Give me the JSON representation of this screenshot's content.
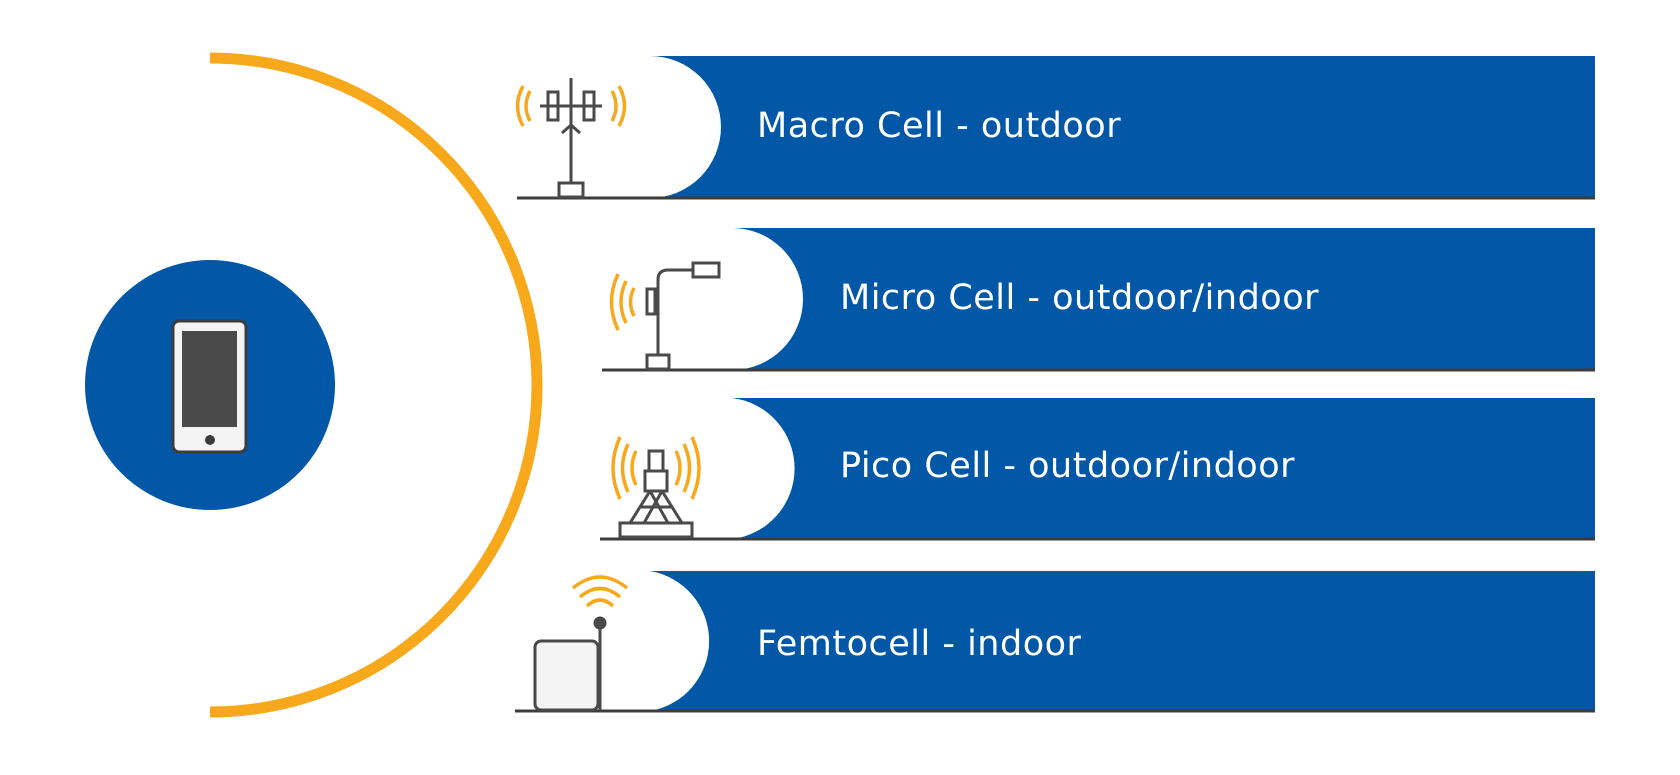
{
  "colors": {
    "band": "#0258a6",
    "arc": "#f7a81b",
    "icon_stroke": "#4a4a4a",
    "ground_line": "#3c3c3c",
    "phone_screen": "#4a4a4a",
    "text": "#ffffff"
  },
  "cells": [
    {
      "label": "Macro Cell - outdoor",
      "icon": "macro-cell-tower-icon"
    },
    {
      "label": "Micro Cell - outdoor/indoor",
      "icon": "micro-cell-streetlight-icon"
    },
    {
      "label": "Pico Cell - outdoor/indoor",
      "icon": "pico-cell-antenna-icon"
    },
    {
      "label": "Femtocell - indoor",
      "icon": "femtocell-router-icon"
    }
  ],
  "device": {
    "icon": "smartphone-icon"
  }
}
